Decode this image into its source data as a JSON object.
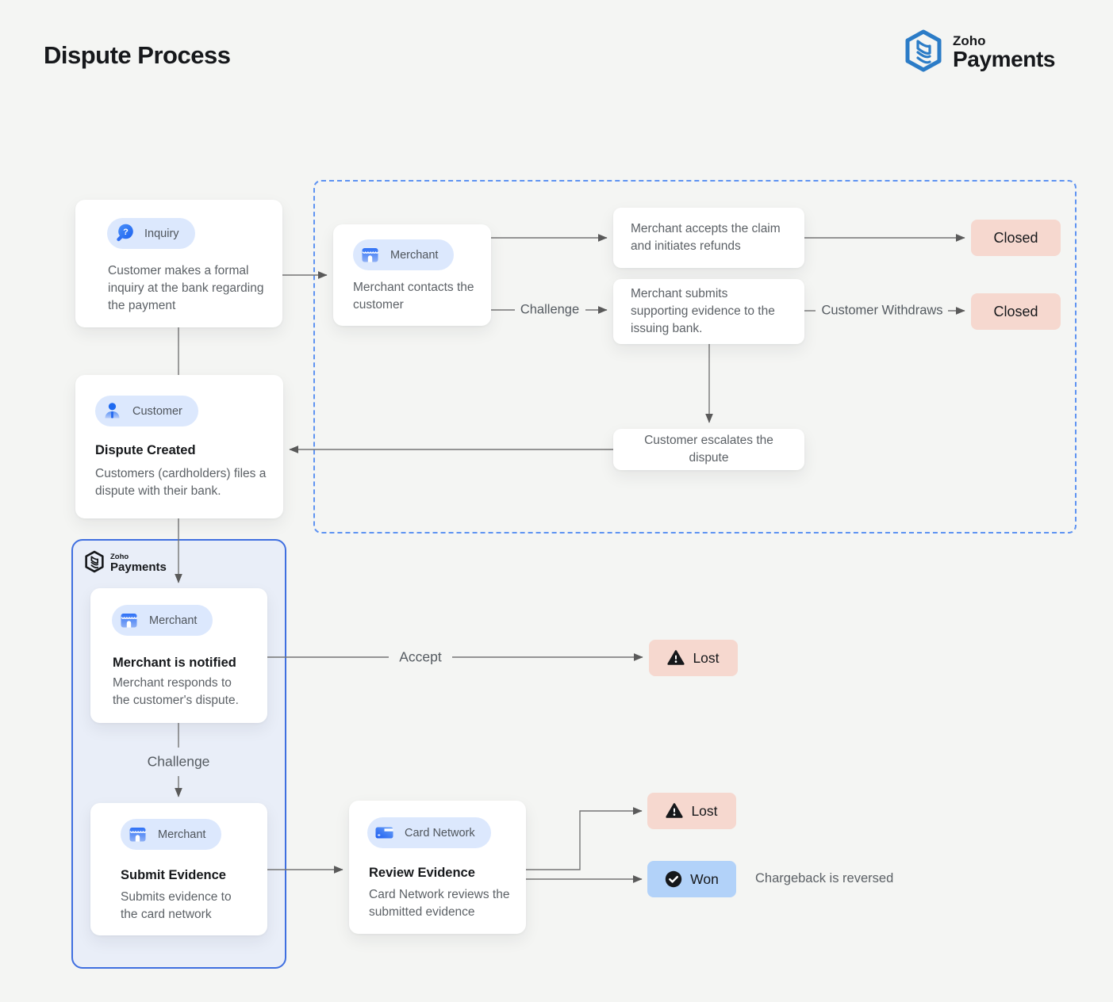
{
  "page": {
    "title": "Dispute Process"
  },
  "logo": {
    "top": "Zoho",
    "bottom": "Payments"
  },
  "zoho_zone": {
    "logo_top": "Zoho",
    "logo_bottom": "Payments"
  },
  "nodes": {
    "inquiry": {
      "badge": "Inquiry",
      "icon": "magnifier-question-icon",
      "text": "Customer makes a formal inquiry at the bank regarding the payment"
    },
    "merchant_contacts": {
      "badge": "Merchant",
      "icon": "storefront-icon",
      "text": "Merchant contacts the customer"
    },
    "merchant_accepts": {
      "text": "Merchant accepts the claim and initiates refunds"
    },
    "closed_top": {
      "label": "Closed"
    },
    "merchant_submits": {
      "text": "Merchant submits supporting evidence to the issuing bank."
    },
    "closed_mid": {
      "label": "Closed"
    },
    "customer_escalates": {
      "text": "Customer escalates the dispute"
    },
    "dispute_created": {
      "badge": "Customer",
      "icon": "person-icon",
      "title": "Dispute Created",
      "text": "Customers (cardholders) files a dispute with their bank."
    },
    "merchant_notified": {
      "badge": "Merchant",
      "icon": "storefront-icon",
      "title": "Merchant is notified",
      "text": "Merchant responds to the customer's dispute."
    },
    "submit_evidence": {
      "badge": "Merchant",
      "icon": "storefront-icon",
      "title": "Submit Evidence",
      "text": "Submits evidence to the card network"
    },
    "review_evidence": {
      "badge": "Card Network",
      "icon": "credit-card-icon",
      "title": "Review Evidence",
      "text": "Card Network reviews the submitted evidence"
    },
    "lost_accept": {
      "label": "Lost",
      "icon": "warning-icon"
    },
    "lost_review": {
      "label": "Lost",
      "icon": "warning-icon"
    },
    "won": {
      "label": "Won",
      "icon": "check-circle-icon"
    }
  },
  "edge_labels": {
    "challenge_top": "Challenge",
    "customer_withdraws": "Customer Withdraws",
    "accept": "Accept",
    "challenge_bottom": "Challenge",
    "chargeback_note": "Chargeback is reversed"
  },
  "colors": {
    "background": "#f4f5f3",
    "accent_blue": "#2f6bf0",
    "pill_bg": "#dce8fd",
    "closed_lost_bg": "#f6d8cf",
    "won_bg": "#b2d2f9",
    "zone_dashed_border": "#5e93f2",
    "zone_solid_border": "#3f6fe0",
    "zone_bg": "#e9eef8",
    "logo_blue": "#2b7cc7",
    "wire_gray": "#6e6e6e"
  }
}
